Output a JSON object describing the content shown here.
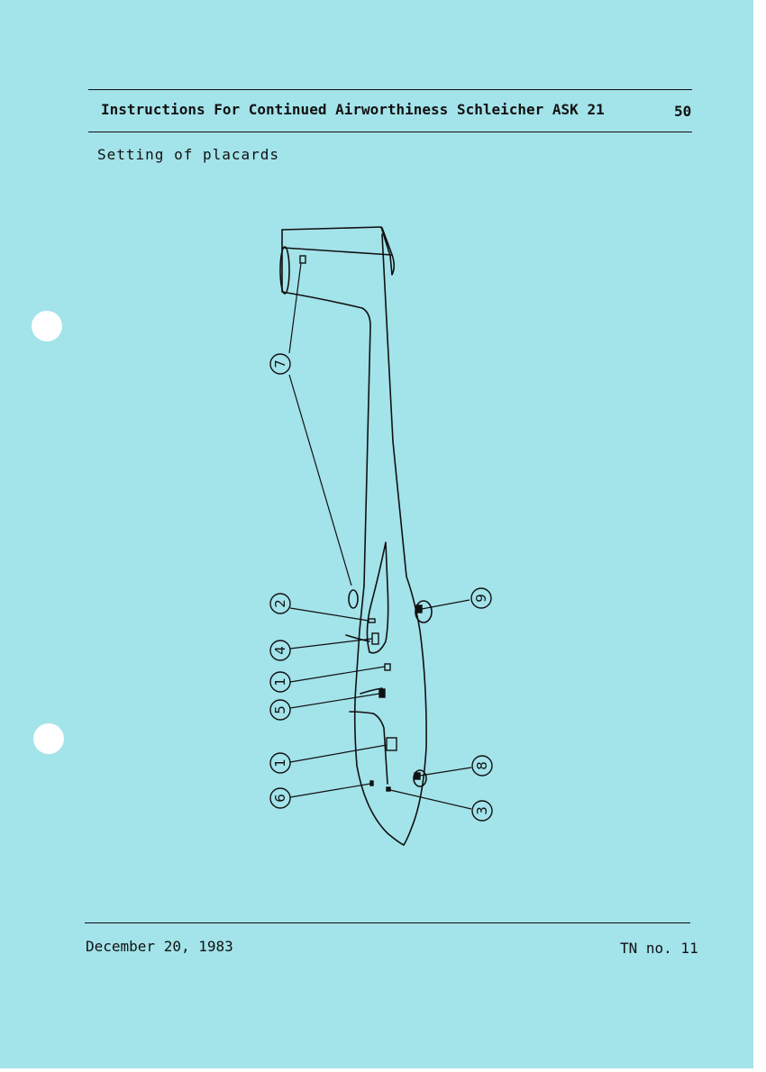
{
  "header": {
    "title": "Instructions For Continued Airworthiness Schleicher ASK 21",
    "page_number": "50"
  },
  "section_title": "Setting of placards",
  "figure": {
    "callouts": [
      "7",
      "2",
      "4",
      "1",
      "5",
      "1",
      "6",
      "9",
      "8",
      "3"
    ]
  },
  "footer": {
    "date": "December 20, 1983",
    "tn": "TN no. 11"
  }
}
